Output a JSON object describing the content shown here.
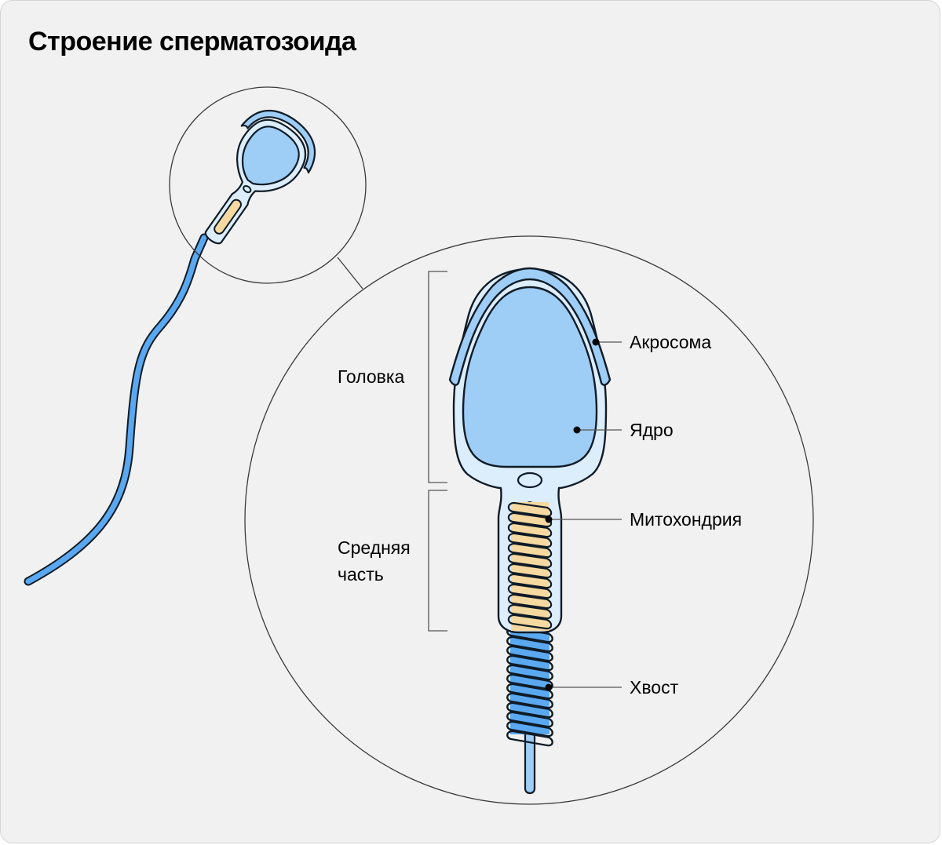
{
  "title": "Строение сперматозоида",
  "labels": {
    "acrosome": "Акросома",
    "nucleus": "Ядро",
    "mitochondria": "Митохондрия",
    "tail": "Хвост",
    "head": "Головка",
    "midpiece_line1": "Средняя",
    "midpiece_line2": "часть"
  },
  "colors": {
    "background": "#f1f1f1",
    "outline": "#0f1b26",
    "pale_blue": "#dcedfb",
    "light_blue": "#9ecdf6",
    "mid_blue": "#5aa8f0",
    "deep_blue": "#4f8fe0",
    "mitochondria": "#f6d9a0"
  }
}
